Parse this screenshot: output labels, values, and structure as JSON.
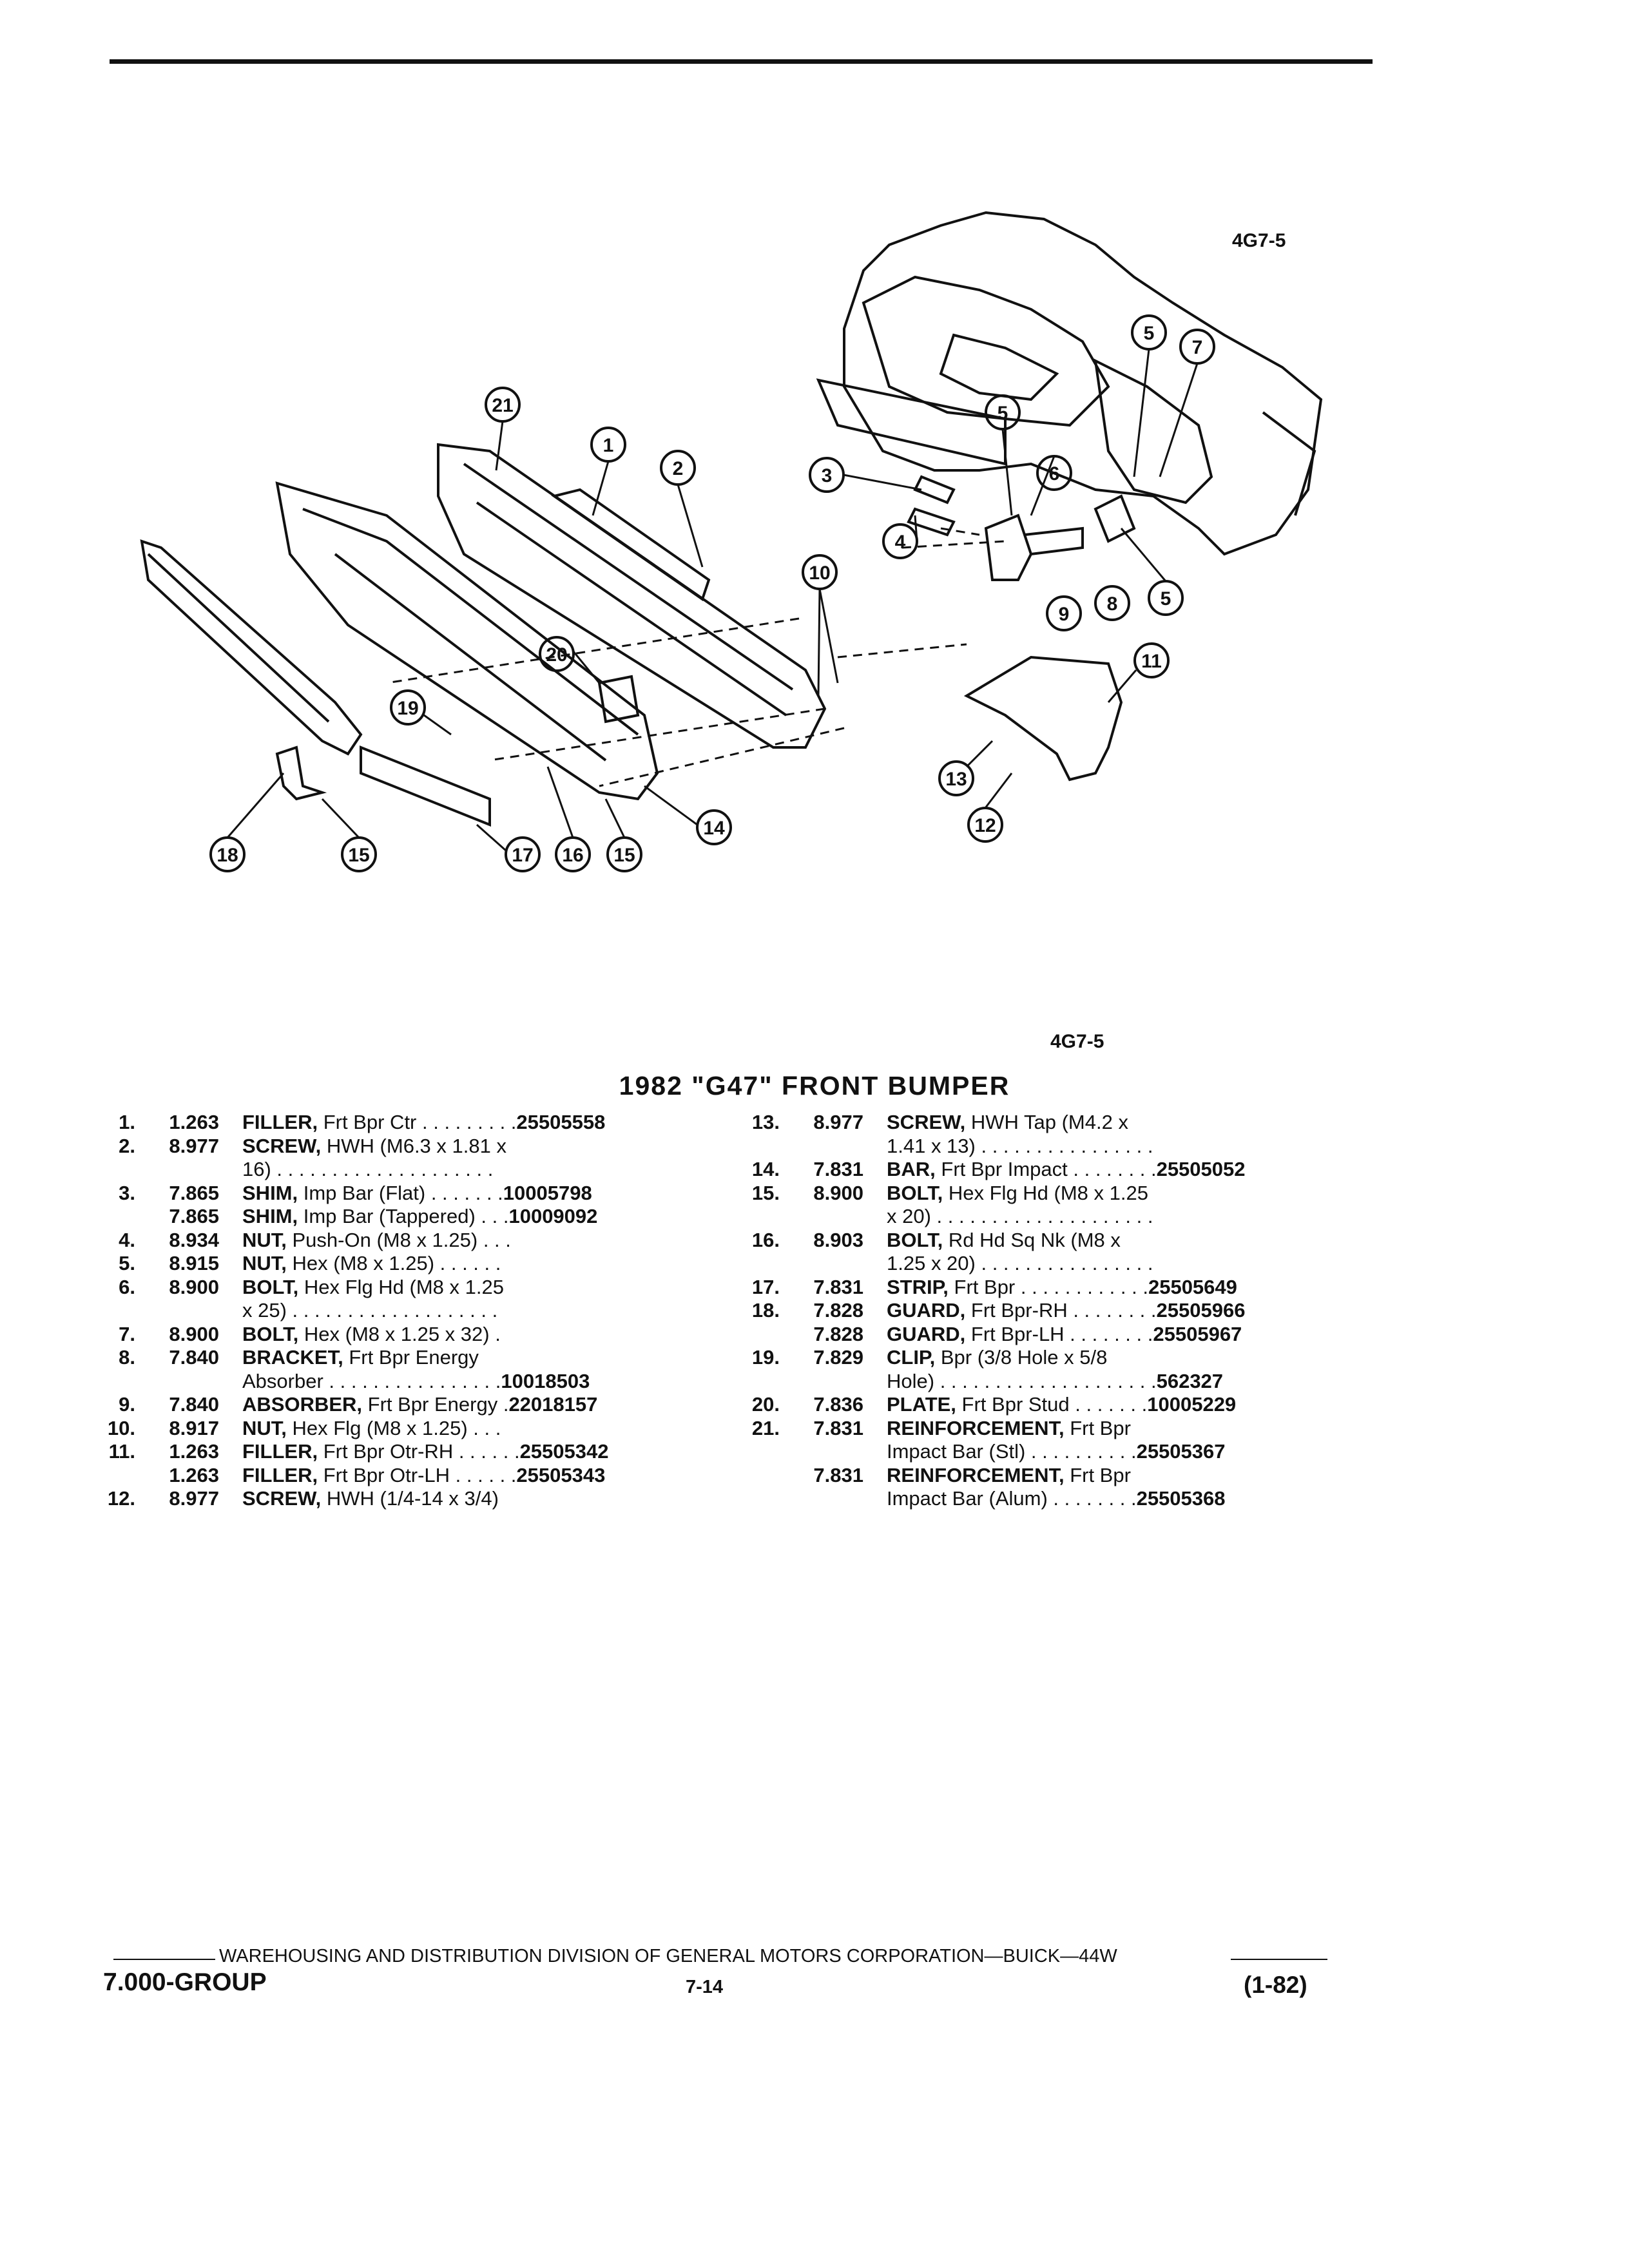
{
  "figure_label_top": "4G7-5",
  "figure_label_bottom": "4G7-5",
  "title": "1982 \"G47\" FRONT BUMPER",
  "callouts": [
    "1",
    "2",
    "3",
    "4",
    "5",
    "5",
    "5",
    "6",
    "7",
    "8",
    "9",
    "10",
    "11",
    "12",
    "13",
    "14",
    "15",
    "15",
    "16",
    "17",
    "18",
    "19",
    "20",
    "21"
  ],
  "parts_left": [
    {
      "num": "1.",
      "grp": "1.263",
      "name": "FILLER,",
      "desc": "Frt Bpr Ctr . . . . . . . . .",
      "pn": "25505558"
    },
    {
      "num": "2.",
      "grp": "8.977",
      "name": "SCREW,",
      "desc": "HWH (M6.3 x 1.81 x",
      "pn": ""
    },
    {
      "num": "",
      "grp": "",
      "name": "",
      "desc": "16) . . . . . . . . . . . . . . . . . . . .",
      "pn": ""
    },
    {
      "num": "3.",
      "grp": "7.865",
      "name": "SHIM,",
      "desc": "Imp Bar (Flat) . . . . . . .",
      "pn": "10005798"
    },
    {
      "num": "",
      "grp": "7.865",
      "name": "SHIM,",
      "desc": "Imp Bar (Tappered) . . .",
      "pn": "10009092"
    },
    {
      "num": "4.",
      "grp": "8.934",
      "name": "NUT,",
      "desc": "Push-On (M8 x 1.25) . . .",
      "pn": ""
    },
    {
      "num": "5.",
      "grp": "8.915",
      "name": "NUT,",
      "desc": "Hex (M8 x 1.25) . . . . . .",
      "pn": ""
    },
    {
      "num": "6.",
      "grp": "8.900",
      "name": "BOLT,",
      "desc": "Hex Flg Hd (M8 x 1.25",
      "pn": ""
    },
    {
      "num": "",
      "grp": "",
      "name": "",
      "desc": "x 25) . . . . . . . . . . . . . . . . . . .",
      "pn": ""
    },
    {
      "num": "7.",
      "grp": "8.900",
      "name": "BOLT,",
      "desc": "Hex (M8 x 1.25 x 32) .",
      "pn": ""
    },
    {
      "num": "8.",
      "grp": "7.840",
      "name": "BRACKET,",
      "desc": "Frt Bpr Energy",
      "pn": ""
    },
    {
      "num": "",
      "grp": "",
      "name": "",
      "desc": "Absorber . . . . . . . . . . . . . . . .",
      "pn": "10018503"
    },
    {
      "num": "9.",
      "grp": "7.840",
      "name": "ABSORBER,",
      "desc": "Frt Bpr Energy .",
      "pn": "22018157"
    },
    {
      "num": "10.",
      "grp": "8.917",
      "name": "NUT,",
      "desc": "Hex Flg (M8 x 1.25) . . .",
      "pn": ""
    },
    {
      "num": "11.",
      "grp": "1.263",
      "name": "FILLER,",
      "desc": "Frt Bpr Otr-RH . . . . . .",
      "pn": "25505342"
    },
    {
      "num": "",
      "grp": "1.263",
      "name": "FILLER,",
      "desc": "Frt Bpr Otr-LH . . . . . .",
      "pn": "25505343"
    },
    {
      "num": "12.",
      "grp": "8.977",
      "name": "SCREW,",
      "desc": "HWH (1/4-14 x 3/4)",
      "pn": ""
    }
  ],
  "parts_right": [
    {
      "num": "13.",
      "grp": "8.977",
      "name": "SCREW,",
      "desc": "HWH Tap (M4.2 x",
      "pn": ""
    },
    {
      "num": "",
      "grp": "",
      "name": "",
      "desc": "1.41 x 13) . . . . . . . . . . . . . . . .",
      "pn": ""
    },
    {
      "num": "14.",
      "grp": "7.831",
      "name": "BAR,",
      "desc": "Frt Bpr Impact . . . . . . . .",
      "pn": "25505052"
    },
    {
      "num": "15.",
      "grp": "8.900",
      "name": "BOLT,",
      "desc": "Hex Flg Hd (M8 x 1.25",
      "pn": ""
    },
    {
      "num": "",
      "grp": "",
      "name": "",
      "desc": "x 20) . . . . . . . . . . . . . . . . . . . .",
      "pn": ""
    },
    {
      "num": "16.",
      "grp": "8.903",
      "name": "BOLT,",
      "desc": "Rd Hd Sq Nk (M8 x",
      "pn": ""
    },
    {
      "num": "",
      "grp": "",
      "name": "",
      "desc": "1.25 x 20) . . . . . . . . . . . . . . . .",
      "pn": ""
    },
    {
      "num": "17.",
      "grp": "7.831",
      "name": "STRIP,",
      "desc": "Frt Bpr . . . . . . . . . . . .",
      "pn": "25505649"
    },
    {
      "num": "18.",
      "grp": "7.828",
      "name": "GUARD,",
      "desc": "Frt Bpr-RH . . . . . . . .",
      "pn": "25505966"
    },
    {
      "num": "",
      "grp": "7.828",
      "name": "GUARD,",
      "desc": "Frt Bpr-LH . . . . . . . .",
      "pn": "25505967"
    },
    {
      "num": "19.",
      "grp": "7.829",
      "name": "CLIP,",
      "desc": "Bpr (3/8 Hole x 5/8",
      "pn": ""
    },
    {
      "num": "",
      "grp": "",
      "name": "",
      "desc": "Hole) . . . . . . . . . . . . . . . . . . . .",
      "pn": "562327"
    },
    {
      "num": "20.",
      "grp": "7.836",
      "name": "PLATE,",
      "desc": "Frt Bpr Stud . . . . . . .",
      "pn": "10005229"
    },
    {
      "num": "21.",
      "grp": "7.831",
      "name": "REINFORCEMENT,",
      "desc": "Frt Bpr",
      "pn": ""
    },
    {
      "num": "",
      "grp": "",
      "name": "",
      "desc": "Impact Bar (Stl) . . . . . . . . . .",
      "pn": "25505367"
    },
    {
      "num": "",
      "grp": "7.831",
      "name": "REINFORCEMENT,",
      "desc": "Frt Bpr",
      "pn": ""
    },
    {
      "num": "",
      "grp": "",
      "name": "",
      "desc": "Impact Bar (Alum) . . . . . . . .",
      "pn": "25505368"
    }
  ],
  "footer": {
    "division": "WAREHOUSING AND DISTRIBUTION  DIVISION OF GENERAL MOTORS CORPORATION—BUICK—44W",
    "group": "7.000-GROUP",
    "page": "7-14",
    "date": "(1-82)"
  }
}
